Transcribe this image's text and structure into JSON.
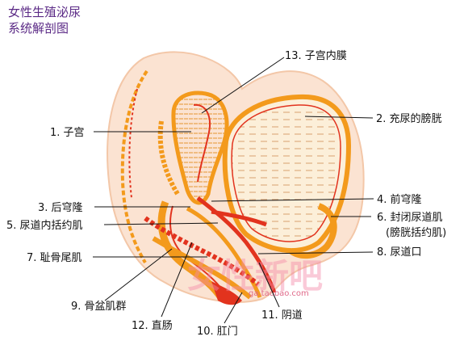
{
  "title": {
    "line1": "女性生殖泌尿",
    "line2": "系统解剖图"
  },
  "labels": {
    "l1": "1. 子宫",
    "l2": "2. 充尿的膀胱",
    "l3": "3. 后穹隆",
    "l4": "4. 前穹隆",
    "l5": "5. 尿道内括约肌",
    "l6a": "6. 封闭尿道肌",
    "l6b": "(膀胱括约肌)",
    "l7": "7. 耻骨尾肌",
    "l8": "8. 尿道口",
    "l9": "9. 骨盆肌群",
    "l10": "10. 肛门",
    "l11": "11. 阴道",
    "l12": "12. 直肠",
    "l13": "13. 子宫内膜"
  },
  "watermark": {
    "text": "ga.taobao.com"
  },
  "colors": {
    "title": "#5b2a86",
    "background_tissue": "#fbe3d2",
    "muscle_orange": "#f39a1c",
    "muscle_red": "#e2331e",
    "bladder_fill": "#fcefd9",
    "watermark_pink": "#f58aa8"
  }
}
